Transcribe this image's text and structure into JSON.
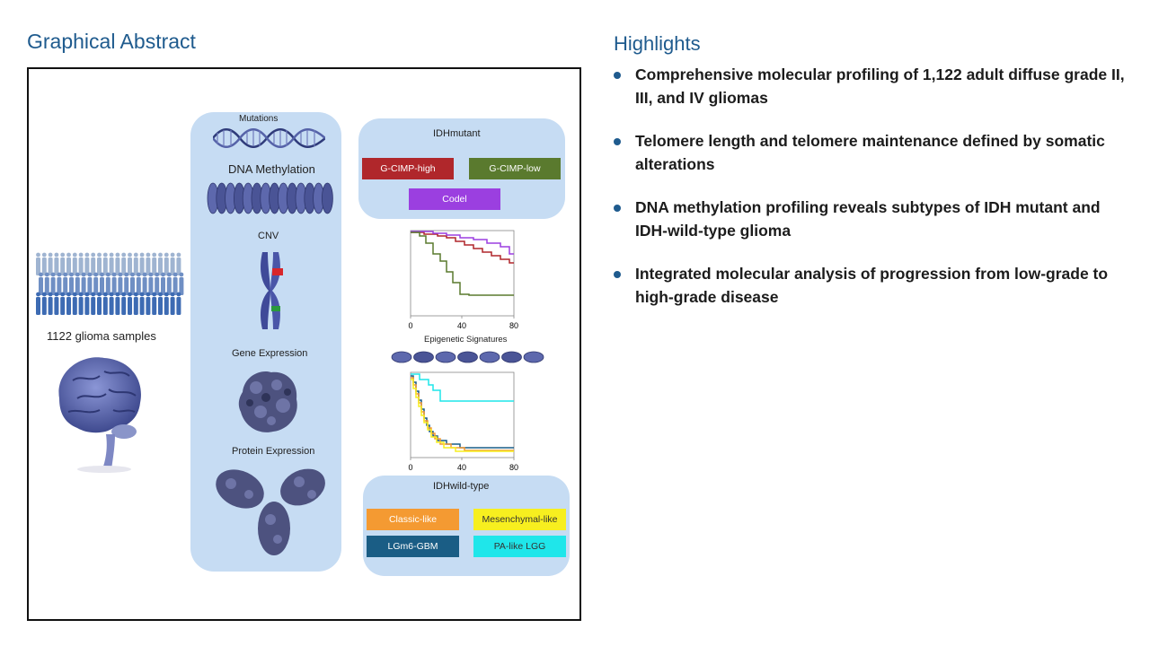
{
  "graphical_abstract": {
    "title": "Graphical Abstract",
    "samples_label": "1122 glioma samples",
    "omics": {
      "mutations": "Mutations",
      "dna_methylation": "DNA Methylation",
      "cnv": "CNV",
      "gene_expression": "Gene  Expression",
      "protein_expression": "Protein  Expression"
    },
    "idh_mutant": {
      "title": "IDHmutant",
      "groups": [
        {
          "label": "G-CIMP-high",
          "color": "#b0272b"
        },
        {
          "label": "G-CIMP-low",
          "color": "#5a7a2e"
        },
        {
          "label": "Codel",
          "color": "#9b3fe0"
        }
      ]
    },
    "idh_wildtype": {
      "title": "IDHwild-type",
      "groups": [
        {
          "label": "Classic-like",
          "color": "#f49a32"
        },
        {
          "label": "Mesenchymal-like",
          "color": "#f7ef1f"
        },
        {
          "label": "LGm6-GBM",
          "color": "#1a5d85"
        },
        {
          "label": "PA-like LGG",
          "color": "#1fe6ea"
        }
      ]
    },
    "epigenetic_label": "Epigenetic Signatures",
    "km_axis_ticks": [
      "0",
      "40",
      "80"
    ]
  },
  "highlights": {
    "title": "Highlights",
    "items": [
      "Comprehensive molecular profiling of 1,122 adult diffuse grade II, III, and IV gliomas",
      "Telomere length and telomere maintenance defined by somatic alterations",
      "DNA methylation profiling reveals subtypes of IDH mutant and IDH-wild-type glioma",
      "Integrated molecular analysis of progression from low-grade to high-grade disease"
    ]
  }
}
